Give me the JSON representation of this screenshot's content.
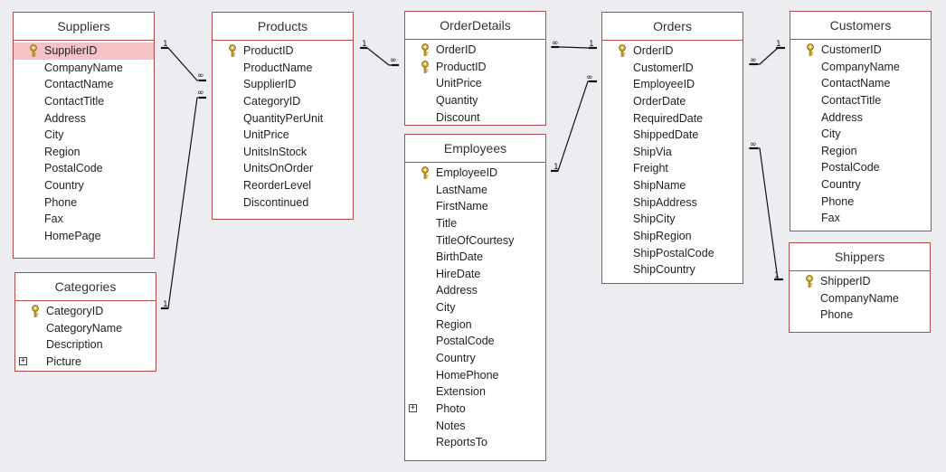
{
  "tables": {
    "suppliers": {
      "title": "Suppliers",
      "fields": [
        {
          "name": "SupplierID",
          "key": true,
          "selected": true
        },
        {
          "name": "CompanyName"
        },
        {
          "name": "ContactName"
        },
        {
          "name": "ContactTitle"
        },
        {
          "name": "Address"
        },
        {
          "name": "City"
        },
        {
          "name": "Region"
        },
        {
          "name": "PostalCode"
        },
        {
          "name": "Country"
        },
        {
          "name": "Phone"
        },
        {
          "name": "Fax"
        },
        {
          "name": "HomePage"
        }
      ]
    },
    "categories": {
      "title": "Categories",
      "fields": [
        {
          "name": "CategoryID",
          "key": true
        },
        {
          "name": "CategoryName"
        },
        {
          "name": "Description"
        },
        {
          "name": "Picture",
          "expand": true
        }
      ]
    },
    "products": {
      "title": "Products",
      "fields": [
        {
          "name": "ProductID",
          "key": true
        },
        {
          "name": "ProductName"
        },
        {
          "name": "SupplierID"
        },
        {
          "name": "CategoryID"
        },
        {
          "name": "QuantityPerUnit"
        },
        {
          "name": "UnitPrice"
        },
        {
          "name": "UnitsInStock"
        },
        {
          "name": "UnitsOnOrder"
        },
        {
          "name": "ReorderLevel"
        },
        {
          "name": "Discontinued"
        }
      ]
    },
    "orderdetails": {
      "title": "OrderDetails",
      "fields": [
        {
          "name": "OrderID",
          "key": true
        },
        {
          "name": "ProductID",
          "key": true
        },
        {
          "name": "UnitPrice"
        },
        {
          "name": "Quantity"
        },
        {
          "name": "Discount"
        }
      ]
    },
    "employees": {
      "title": "Employees",
      "fields": [
        {
          "name": "EmployeeID",
          "key": true
        },
        {
          "name": "LastName"
        },
        {
          "name": "FirstName"
        },
        {
          "name": "Title"
        },
        {
          "name": "TitleOfCourtesy"
        },
        {
          "name": "BirthDate"
        },
        {
          "name": "HireDate"
        },
        {
          "name": "Address"
        },
        {
          "name": "City"
        },
        {
          "name": "Region"
        },
        {
          "name": "PostalCode"
        },
        {
          "name": "Country"
        },
        {
          "name": "HomePhone"
        },
        {
          "name": "Extension"
        },
        {
          "name": "Photo",
          "expand": true
        },
        {
          "name": "Notes"
        },
        {
          "name": "ReportsTo"
        }
      ]
    },
    "orders": {
      "title": "Orders",
      "fields": [
        {
          "name": "OrderID",
          "key": true
        },
        {
          "name": "CustomerID"
        },
        {
          "name": "EmployeeID"
        },
        {
          "name": "OrderDate"
        },
        {
          "name": "RequiredDate"
        },
        {
          "name": "ShippedDate"
        },
        {
          "name": "ShipVia"
        },
        {
          "name": "Freight"
        },
        {
          "name": "ShipName"
        },
        {
          "name": "ShipAddress"
        },
        {
          "name": "ShipCity"
        },
        {
          "name": "ShipRegion"
        },
        {
          "name": "ShipPostalCode"
        },
        {
          "name": "ShipCountry"
        }
      ]
    },
    "customers": {
      "title": "Customers",
      "fields": [
        {
          "name": "CustomerID",
          "key": true
        },
        {
          "name": "CompanyName"
        },
        {
          "name": "ContactName"
        },
        {
          "name": "ContactTitle"
        },
        {
          "name": "Address"
        },
        {
          "name": "City"
        },
        {
          "name": "Region"
        },
        {
          "name": "PostalCode"
        },
        {
          "name": "Country"
        },
        {
          "name": "Phone"
        },
        {
          "name": "Fax"
        }
      ]
    },
    "shippers": {
      "title": "Shippers",
      "fields": [
        {
          "name": "ShipperID",
          "key": true
        },
        {
          "name": "CompanyName"
        },
        {
          "name": "Phone"
        }
      ]
    }
  },
  "cardinality": {
    "one": "1",
    "many": "∞"
  },
  "colors": {
    "border": "#b24a4a",
    "selected": "#f5c3c6",
    "key": "#c9a227",
    "line": "#111111"
  },
  "relationships": [
    {
      "from": "Suppliers.SupplierID",
      "to": "Products.SupplierID",
      "type": "one-to-many"
    },
    {
      "from": "Categories.CategoryID",
      "to": "Products.CategoryID",
      "type": "one-to-many"
    },
    {
      "from": "Products.ProductID",
      "to": "OrderDetails.ProductID",
      "type": "one-to-many"
    },
    {
      "from": "Orders.OrderID",
      "to": "OrderDetails.OrderID",
      "type": "one-to-many"
    },
    {
      "from": "Employees.EmployeeID",
      "to": "Orders.EmployeeID",
      "type": "one-to-many"
    },
    {
      "from": "Customers.CustomerID",
      "to": "Orders.CustomerID",
      "type": "one-to-many"
    },
    {
      "from": "Shippers.ShipperID",
      "to": "Orders.ShipVia",
      "type": "one-to-many"
    }
  ]
}
